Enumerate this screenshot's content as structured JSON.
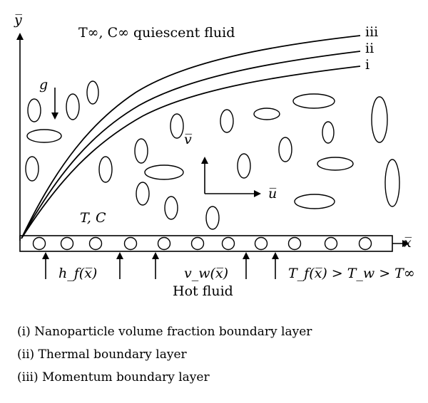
{
  "diagram": {
    "top_label": "T∞, C∞ quiescent fluid",
    "y_axis_label": "y̅",
    "x_axis_label": "x̅",
    "gravity_label": "g",
    "curve_labels": [
      "iii",
      "ii",
      "i"
    ],
    "region_label": "T, C",
    "v_label": "v̅",
    "u_label": "u̅",
    "heat_coeff_label": "h_f(x̅)",
    "wall_velocity_label": "v_w(x̅)",
    "temperature_relation": "T_f(x̅) > T_w > T∞",
    "hot_fluid_label": "Hot fluid"
  },
  "legend": [
    "(i) Nanoparticle volume fraction boundary layer",
    "(ii) Thermal boundary layer",
    "(iii) Momentum boundary layer"
  ]
}
